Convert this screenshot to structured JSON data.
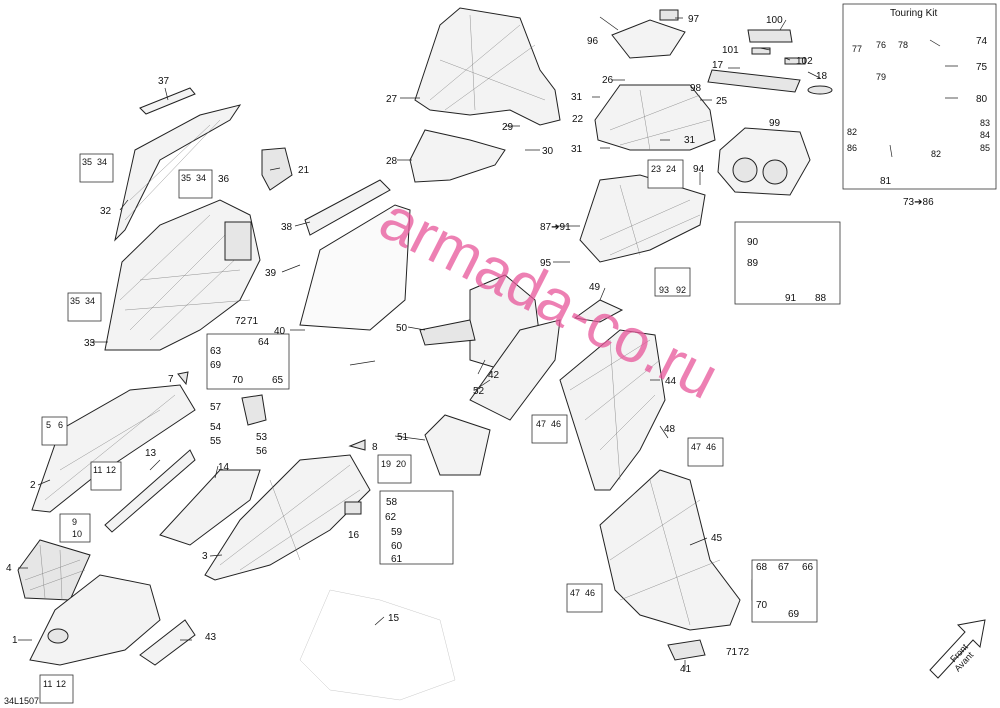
{
  "watermark": "armada-co.ru",
  "drawing_code": "34L1507",
  "kit_title": "Touring Kit",
  "front_label": "Front",
  "front_label_alt": "Avant",
  "callouts": {
    "c1": "1",
    "c2": "2",
    "c3": "3",
    "c4": "4",
    "c5": "5",
    "c6": "6",
    "c7": "7",
    "c8": "8",
    "c9": "9",
    "c10": "10",
    "c11_12a": "11",
    "c12a": "12",
    "c11_12b": "11",
    "c12b": "12",
    "c13": "13",
    "c14": "14",
    "c15": "15",
    "c16": "16",
    "c17": "17",
    "c18": "18",
    "c19": "19",
    "c20": "20",
    "c21": "21",
    "c22": "22",
    "c23": "23",
    "c24": "24",
    "c25": "25",
    "c26": "26",
    "c27": "27",
    "c28": "28",
    "c29": "29",
    "c30": "30",
    "c31a": "31",
    "c31b": "31",
    "c31c": "31",
    "c32": "32",
    "c33": "33",
    "c34a": "34",
    "c35a": "35",
    "c34b": "34",
    "c35b": "35",
    "c34c": "34",
    "c35c": "35",
    "c36": "36",
    "c37": "37",
    "c38": "38",
    "c39": "39",
    "c40": "40",
    "c41": "41",
    "c42": "42",
    "c43": "43",
    "c44": "44",
    "c45": "45",
    "c46a": "46",
    "c47a": "47",
    "c46b": "46",
    "c47b": "47",
    "c46c": "46",
    "c47c": "47",
    "c48": "48",
    "c49": "49",
    "c50": "50",
    "c51": "51",
    "c52": "52",
    "c53": "53",
    "c54": "54",
    "c55": "55",
    "c56": "56",
    "c57": "57",
    "c58": "58",
    "c59": "59",
    "c60": "60",
    "c61": "61",
    "c62": "62",
    "c63": "63",
    "c64": "64",
    "c65": "65",
    "c66": "66",
    "c67": "67",
    "c68": "68",
    "c69a": "69",
    "c69b": "69",
    "c70a": "70",
    "c70b": "70",
    "c71a": "71",
    "c72a": "72",
    "c71b": "71",
    "c72b": "72",
    "c73_86": "73➔86",
    "c74": "74",
    "c75": "75",
    "c76": "76",
    "c77": "77",
    "c78": "78",
    "c79": "79",
    "c80": "80",
    "c81": "81",
    "c82a": "82",
    "c82b": "82",
    "c83": "83",
    "c84": "84",
    "c85": "85",
    "c86": "86",
    "c87_91": "87➔91",
    "c88": "88",
    "c89": "89",
    "c90": "90",
    "c91": "91",
    "c92": "92",
    "c93": "93",
    "c94": "94",
    "c95": "95",
    "c96": "96",
    "c97": "97",
    "c98": "98",
    "c99": "99",
    "c100": "100",
    "c101": "101",
    "c102": "102"
  },
  "colors": {
    "watermark": "#e8569a",
    "line": "#222222",
    "fill": "#f3f3f3"
  }
}
